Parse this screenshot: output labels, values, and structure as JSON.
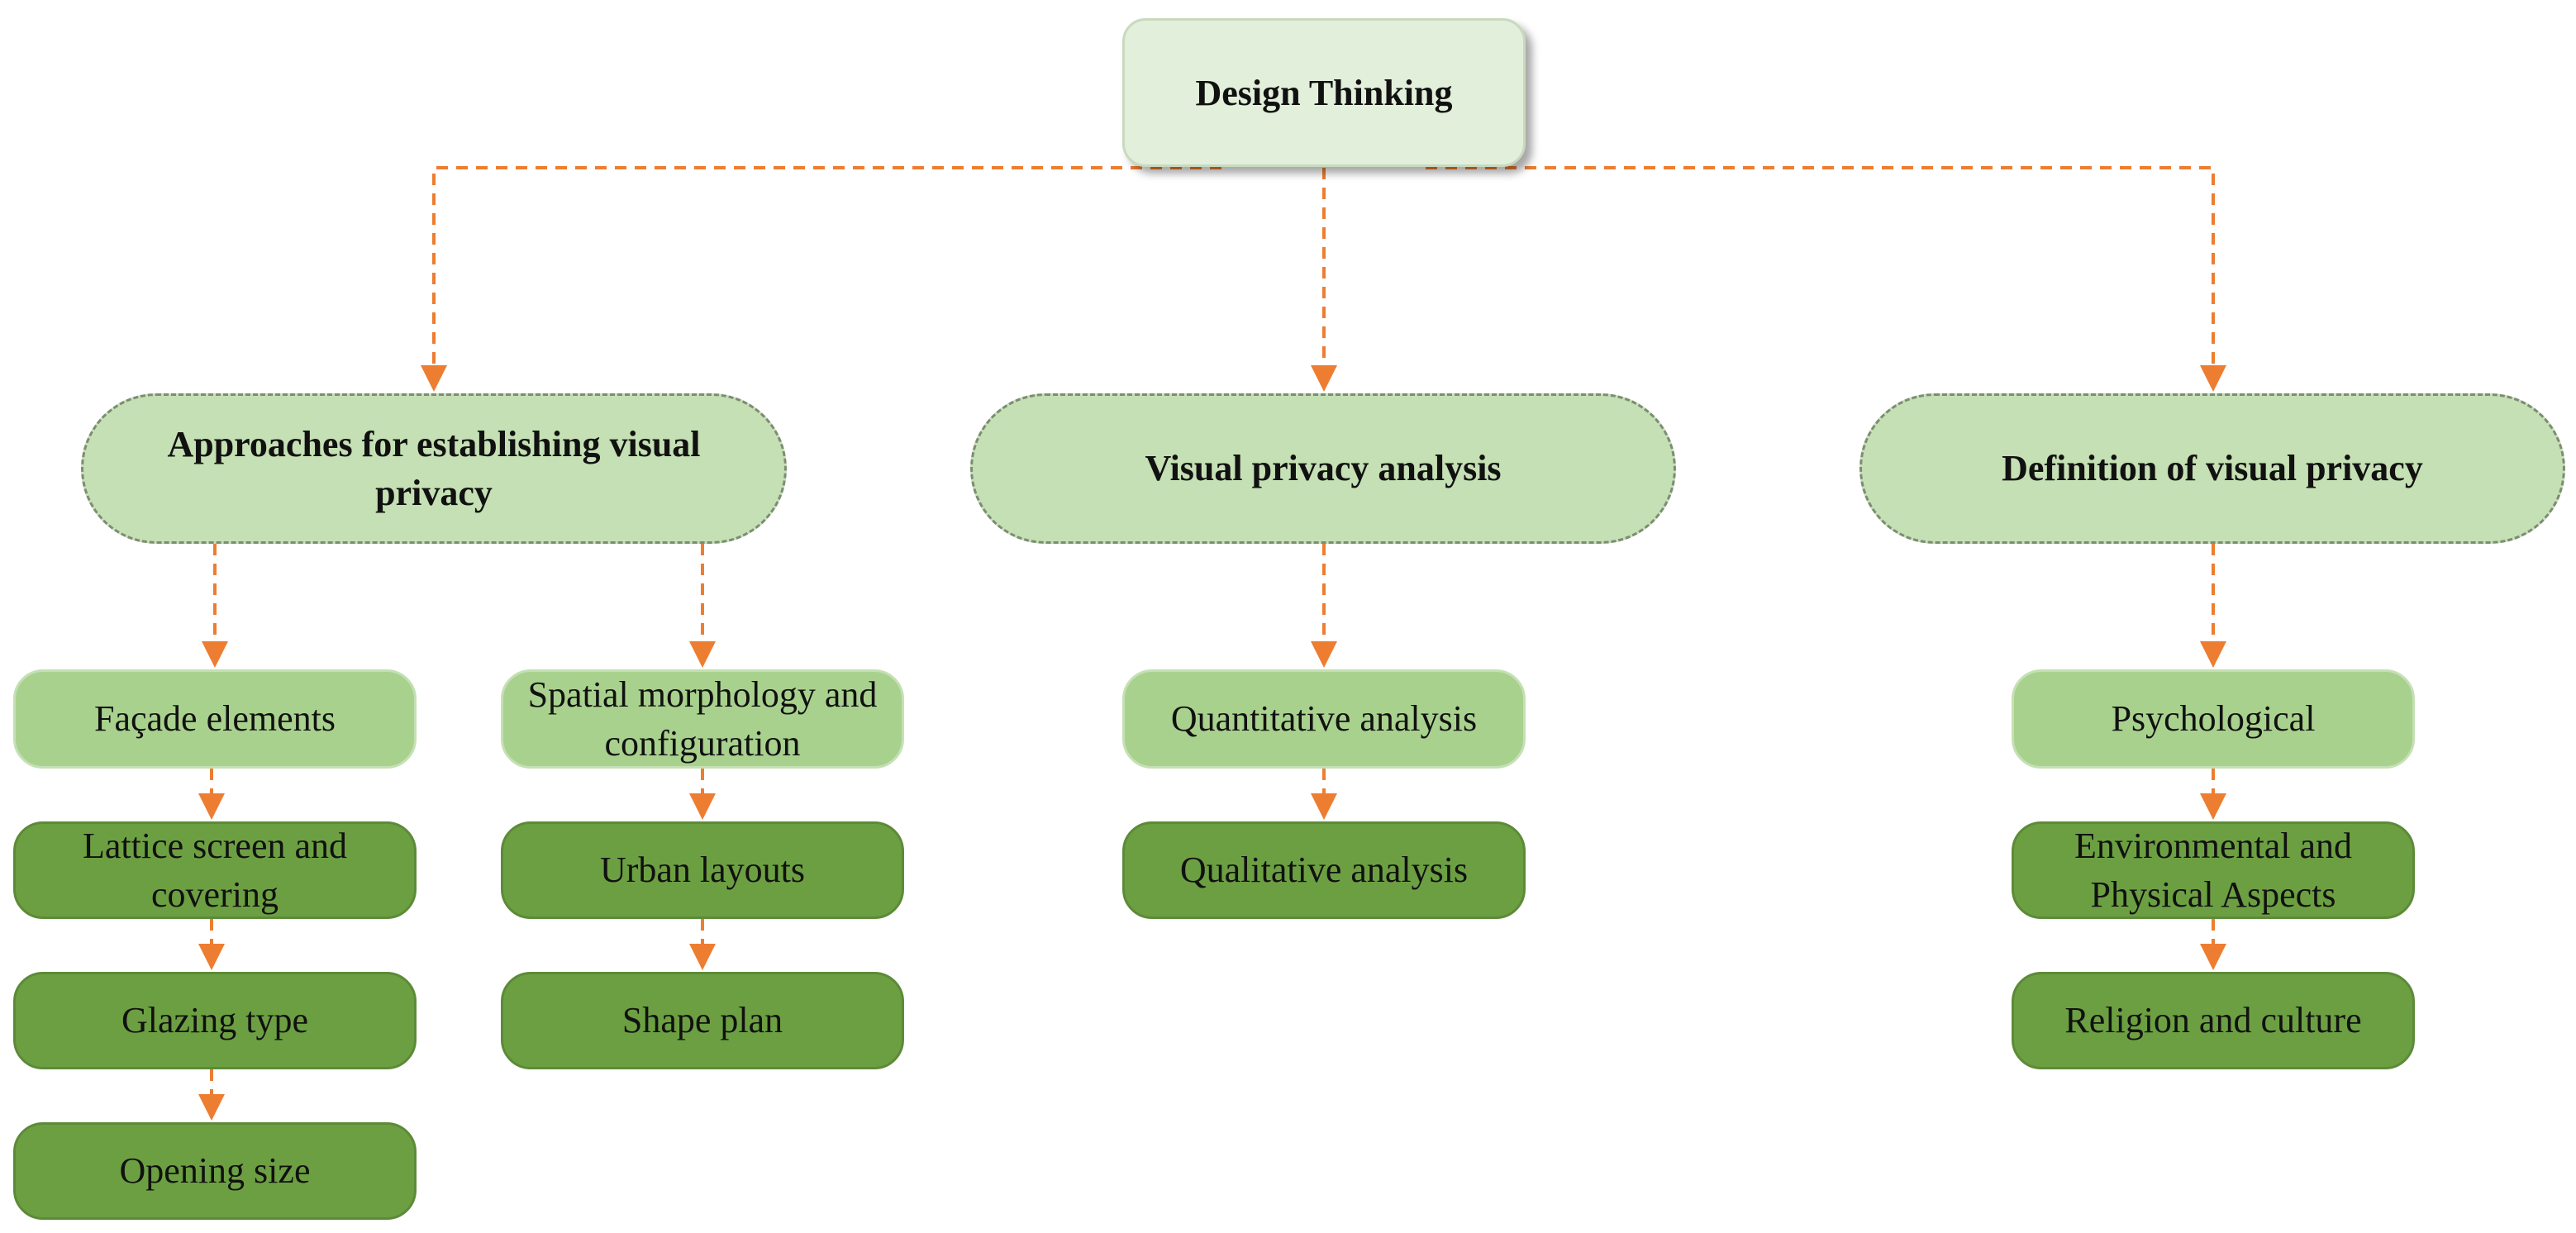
{
  "diagram": {
    "root": {
      "label": "Design Thinking"
    },
    "branches": [
      {
        "label": "Approaches for establishing visual privacy",
        "groups": [
          {
            "label": "Façade elements",
            "items": [
              "Lattice screen and covering",
              "Glazing type",
              "Opening size"
            ]
          },
          {
            "label": "Spatial morphology and configuration",
            "items": [
              "Urban layouts",
              "Shape plan"
            ]
          }
        ]
      },
      {
        "label": "Visual privacy analysis",
        "groups": [
          {
            "label": "Quantitative analysis",
            "items": [
              "Qualitative analysis"
            ]
          }
        ]
      },
      {
        "label": "Definition of visual privacy",
        "groups": [
          {
            "label": "Psychological",
            "items": [
              "Environmental and Physical Aspects",
              "Religion and culture"
            ]
          }
        ]
      }
    ]
  },
  "colors": {
    "connector": "#ed7d31",
    "root_fill": "#e2efda",
    "category_fill": "#c5e0b4",
    "subcategory_fill": "#a9d18e",
    "leaf_fill": "#6c9f42"
  }
}
